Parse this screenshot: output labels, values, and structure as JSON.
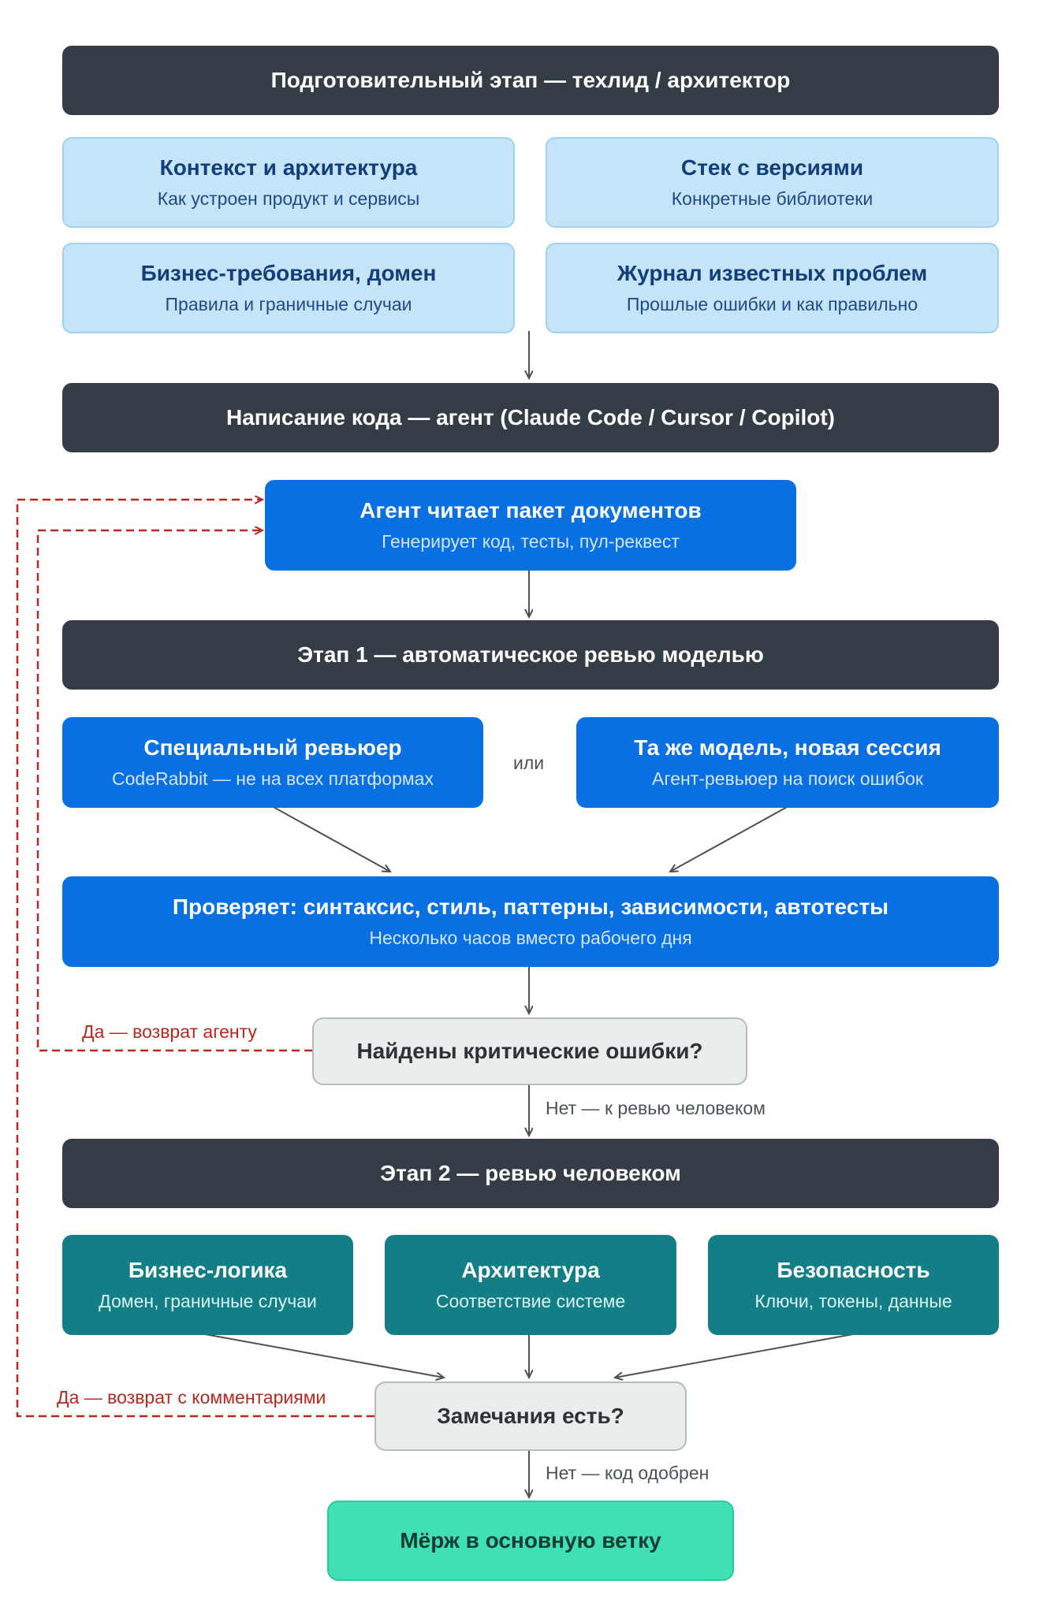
{
  "prep": {
    "header": "Подготовительный этап — техлид / архитектор",
    "cards": [
      {
        "title": "Контекст и архитектура",
        "sub": "Как устроен продукт и сервисы"
      },
      {
        "title": "Стек с версиями",
        "sub": "Конкретные библиотеки"
      },
      {
        "title": "Бизнес-требования, домен",
        "sub": "Правила и граничные случаи"
      },
      {
        "title": "Журнал известных проблем",
        "sub": "Прошлые ошибки и как правильно"
      }
    ]
  },
  "coding": {
    "header": "Написание кода — агент (Claude Code / Cursor / Copilot)",
    "agent": {
      "title": "Агент читает пакет документов",
      "sub": "Генерирует код, тесты, пул-реквест"
    }
  },
  "stage1": {
    "header": "Этап 1 — автоматическое ревью моделью",
    "left": {
      "title": "Специальный ревьюер",
      "sub": "CodeRabbit — не на всех платформах"
    },
    "or": "или",
    "right": {
      "title": "Та же модель, новая сессия",
      "sub": "Агент-ревьюер на поиск ошибок"
    },
    "checks": {
      "title": "Проверяет: синтаксис, стиль, паттерны, зависимости, автотесты",
      "sub": "Несколько часов вместо рабочего дня"
    },
    "decision": "Найдены критические ошибки?",
    "yes_label": "Да — возврат агенту",
    "no_label": "Нет — к ревью человеком"
  },
  "stage2": {
    "header": "Этап 2 — ревью человеком",
    "cards": [
      {
        "title": "Бизнес-логика",
        "sub": "Домен, граничные случаи"
      },
      {
        "title": "Архитектура",
        "sub": "Соответствие системе"
      },
      {
        "title": "Безопасность",
        "sub": "Ключи, токены, данные"
      }
    ],
    "decision": "Замечания есть?",
    "yes_label": "Да — возврат с комментариями",
    "no_label": "Нет — код одобрен"
  },
  "merge": {
    "label": "Мёрж в основную ветку"
  },
  "colors": {
    "dark": "#343d45",
    "light_blue": "#c6e4f8",
    "blue": "#0870e2",
    "teal": "#137e86",
    "grey": "#e9edec",
    "green": "#41e0b2",
    "return_line": "#b8281f"
  }
}
